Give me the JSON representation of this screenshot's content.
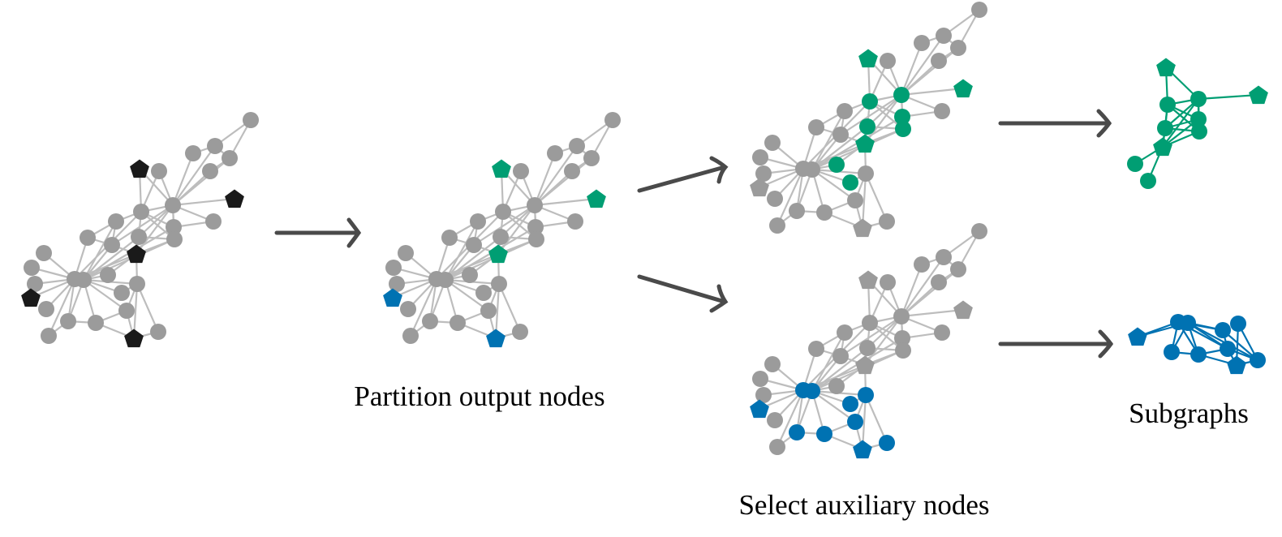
{
  "title": "Graph partitioning pipeline",
  "colors": {
    "node_default": "#9b9b9b",
    "edge_default": "#bdbdbd",
    "output_marker": "#1a1a1a",
    "partition_a": "#009E73",
    "partition_b": "#0072B2",
    "arrow": "#4a4a4a"
  },
  "labels": {
    "partition": "Partition output nodes",
    "auxiliary": "Select auxiliary nodes",
    "subgraphs": "Subgraphs"
  },
  "graph": {
    "node_ids": [
      "A",
      "B",
      "C",
      "D",
      "E",
      "F",
      "G",
      "H",
      "I",
      "J",
      "K",
      "L",
      "M",
      "N",
      "O",
      "P",
      "Q",
      "R",
      "S",
      "T",
      "U",
      "V",
      "W",
      "X",
      "Y",
      "Z",
      "a",
      "b",
      "c",
      "d",
      "e",
      "f",
      "g",
      "h"
    ],
    "output_nodes": [
      "G",
      "H",
      "R",
      "V",
      "g"
    ],
    "edges": [
      [
        "A",
        "B"
      ],
      [
        "A",
        "D"
      ],
      [
        "B",
        "C"
      ],
      [
        "B",
        "D"
      ],
      [
        "D",
        "E"
      ],
      [
        "B",
        "I"
      ],
      [
        "C",
        "I"
      ],
      [
        "E",
        "I"
      ],
      [
        "D",
        "I"
      ],
      [
        "F",
        "I"
      ],
      [
        "F",
        "J"
      ],
      [
        "G",
        "J"
      ],
      [
        "G",
        "I"
      ],
      [
        "H",
        "I"
      ],
      [
        "I",
        "L"
      ],
      [
        "L",
        "M"
      ],
      [
        "I",
        "J"
      ],
      [
        "I",
        "M"
      ],
      [
        "I",
        "N"
      ],
      [
        "I",
        "Q"
      ],
      [
        "I",
        "R"
      ],
      [
        "I",
        "P"
      ],
      [
        "J",
        "K"
      ],
      [
        "J",
        "M"
      ],
      [
        "J",
        "N"
      ],
      [
        "J",
        "Q"
      ],
      [
        "J",
        "W"
      ],
      [
        "K",
        "O"
      ],
      [
        "K",
        "P"
      ],
      [
        "K",
        "X"
      ],
      [
        "O",
        "W"
      ],
      [
        "O",
        "P"
      ],
      [
        "P",
        "R"
      ],
      [
        "P",
        "X"
      ],
      [
        "Q",
        "R"
      ],
      [
        "Q",
        "N"
      ],
      [
        "Q",
        "X"
      ],
      [
        "R",
        "Z"
      ],
      [
        "R",
        "Y"
      ],
      [
        "R",
        "N"
      ],
      [
        "M",
        "X"
      ],
      [
        "N",
        "X"
      ],
      [
        "N",
        "W"
      ],
      [
        "S",
        "W"
      ],
      [
        "T",
        "W"
      ],
      [
        "U",
        "W"
      ],
      [
        "V",
        "W"
      ],
      [
        "b",
        "W"
      ],
      [
        "Y",
        "X"
      ],
      [
        "Z",
        "X"
      ],
      [
        "a",
        "X"
      ],
      [
        "c",
        "X"
      ],
      [
        "d",
        "W"
      ],
      [
        "e",
        "X"
      ],
      [
        "f",
        "W"
      ],
      [
        "d",
        "X"
      ],
      [
        "Z",
        "g"
      ],
      [
        "Z",
        "h"
      ],
      [
        "c",
        "g"
      ],
      [
        "c",
        "e"
      ],
      [
        "d",
        "e"
      ],
      [
        "e",
        "g"
      ],
      [
        "g",
        "h"
      ],
      [
        "d",
        "f"
      ],
      [
        "Z",
        "a"
      ],
      [
        "Z",
        "c"
      ]
    ]
  },
  "stages": [
    {
      "name": "input-graph",
      "highlight_a": [],
      "highlight_b": [],
      "output_color": "output_marker"
    },
    {
      "name": "partitioned-graph",
      "output_a": [
        "G",
        "H",
        "R"
      ],
      "output_b": [
        "V",
        "g"
      ]
    },
    {
      "name": "auxiliary-graph-a",
      "selected": [
        "G",
        "H",
        "R",
        "I",
        "J",
        "M",
        "N",
        "Q",
        "Y",
        "a"
      ],
      "color": "partition_a"
    },
    {
      "name": "auxiliary-graph-b",
      "selected": [
        "V",
        "g",
        "W",
        "X",
        "Z",
        "a",
        "c",
        "d",
        "e",
        "h"
      ],
      "color": "partition_b"
    }
  ],
  "subgraphs": [
    {
      "name": "subgraph-a",
      "color": "partition_a",
      "nodes": [
        {
          "id": "G",
          "shape": "pentagon"
        },
        {
          "id": "I",
          "shape": "circle"
        },
        {
          "id": "H",
          "shape": "pentagon"
        },
        {
          "id": "J",
          "shape": "circle"
        },
        {
          "id": "M",
          "shape": "circle"
        },
        {
          "id": "N",
          "shape": "circle"
        },
        {
          "id": "Q",
          "shape": "circle"
        },
        {
          "id": "R",
          "shape": "pentagon"
        },
        {
          "id": "Y",
          "shape": "circle"
        },
        {
          "id": "a",
          "shape": "circle"
        }
      ],
      "edges": [
        [
          "G",
          "J"
        ],
        [
          "G",
          "I"
        ],
        [
          "I",
          "H"
        ],
        [
          "I",
          "J"
        ],
        [
          "I",
          "Q"
        ],
        [
          "I",
          "R"
        ],
        [
          "I",
          "M"
        ],
        [
          "I",
          "N"
        ],
        [
          "J",
          "M"
        ],
        [
          "J",
          "N"
        ],
        [
          "J",
          "Q"
        ],
        [
          "Q",
          "M"
        ],
        [
          "Q",
          "N"
        ],
        [
          "R",
          "M"
        ],
        [
          "R",
          "N"
        ],
        [
          "R",
          "Q"
        ],
        [
          "R",
          "J"
        ],
        [
          "R",
          "Y"
        ],
        [
          "R",
          "a"
        ]
      ]
    },
    {
      "name": "subgraph-b",
      "color": "partition_b",
      "nodes": [
        {
          "id": "V",
          "shape": "pentagon"
        },
        {
          "id": "W",
          "shape": "circle"
        },
        {
          "id": "X",
          "shape": "circle"
        },
        {
          "id": "a",
          "shape": "circle"
        },
        {
          "id": "Z",
          "shape": "circle"
        },
        {
          "id": "c",
          "shape": "circle"
        },
        {
          "id": "d",
          "shape": "circle"
        },
        {
          "id": "e",
          "shape": "circle"
        },
        {
          "id": "h",
          "shape": "circle"
        },
        {
          "id": "g",
          "shape": "pentagon"
        }
      ],
      "edges": [
        [
          "V",
          "W"
        ],
        [
          "V",
          "X"
        ],
        [
          "W",
          "X"
        ],
        [
          "W",
          "d"
        ],
        [
          "W",
          "e"
        ],
        [
          "X",
          "d"
        ],
        [
          "X",
          "e"
        ],
        [
          "W",
          "a"
        ],
        [
          "X",
          "a"
        ],
        [
          "X",
          "Z"
        ],
        [
          "X",
          "c"
        ],
        [
          "W",
          "c"
        ],
        [
          "d",
          "e"
        ],
        [
          "e",
          "c"
        ],
        [
          "c",
          "a"
        ],
        [
          "c",
          "Z"
        ],
        [
          "Z",
          "h"
        ],
        [
          "Z",
          "g"
        ],
        [
          "c",
          "g"
        ],
        [
          "e",
          "g"
        ],
        [
          "g",
          "h"
        ],
        [
          "a",
          "Z"
        ]
      ]
    }
  ]
}
